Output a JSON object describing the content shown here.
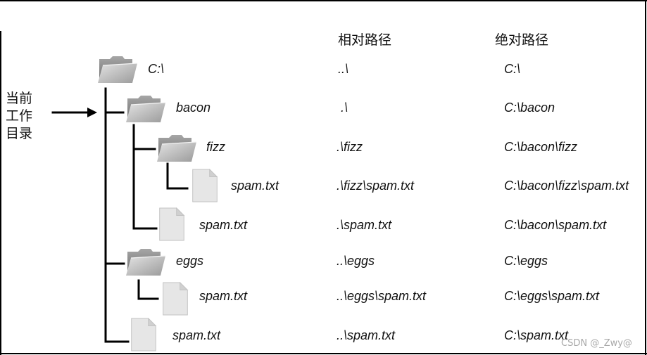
{
  "headers": {
    "relative": "相对路径",
    "absolute": "绝对路径"
  },
  "cwd_label": [
    "当前",
    "工作",
    "目录"
  ],
  "rows": [
    {
      "icon": "folder-icon",
      "name": "C:\\",
      "relative": "..\\",
      "absolute": "C:\\"
    },
    {
      "icon": "folder-icon",
      "name": "bacon",
      "relative": ".\\",
      "absolute": "C:\\bacon"
    },
    {
      "icon": "folder-icon",
      "name": "fizz",
      "relative": ".\\fizz",
      "absolute": "C:\\bacon\\fizz"
    },
    {
      "icon": "file-icon",
      "name": "spam.txt",
      "relative": ".\\fizz\\spam.txt",
      "absolute": "C:\\bacon\\fizz\\spam.txt"
    },
    {
      "icon": "file-icon",
      "name": "spam.txt",
      "relative": ".\\spam.txt",
      "absolute": "C:\\bacon\\spam.txt"
    },
    {
      "icon": "folder-icon",
      "name": "eggs",
      "relative": "..\\eggs",
      "absolute": "C:\\eggs"
    },
    {
      "icon": "file-icon",
      "name": "spam.txt",
      "relative": "..\\eggs\\spam.txt",
      "absolute": "C:\\eggs\\spam.txt"
    },
    {
      "icon": "file-icon",
      "name": "spam.txt",
      "relative": "..\\spam.txt",
      "absolute": "C:\\spam.txt"
    }
  ],
  "watermark": "CSDN @_Zwy@"
}
